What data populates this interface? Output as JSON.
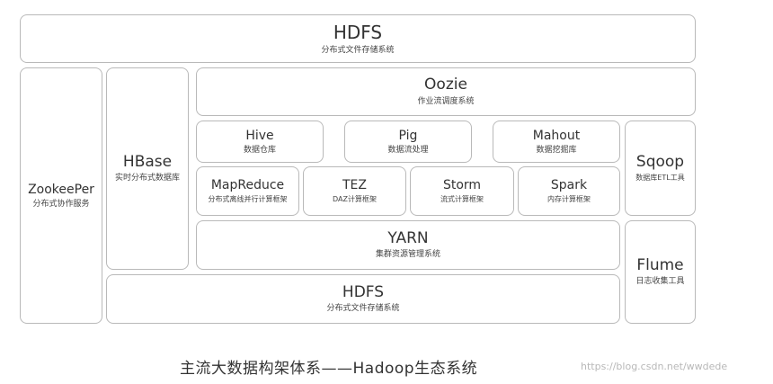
{
  "diagram": {
    "hdfs_top": {
      "title": "HDFS",
      "subtitle": "分布式文件存储系统"
    },
    "zookeeper": {
      "title": "ZookeePer",
      "subtitle": "分布式协作服务"
    },
    "hbase": {
      "title": "HBase",
      "subtitle": "实时分布式数据库"
    },
    "oozie": {
      "title": "Oozie",
      "subtitle": "作业流调度系统"
    },
    "hive": {
      "title": "Hive",
      "subtitle": "数据仓库"
    },
    "pig": {
      "title": "Pig",
      "subtitle": "数据流处理"
    },
    "mahout": {
      "title": "Mahout",
      "subtitle": "数据挖掘库"
    },
    "sqoop": {
      "title": "Sqoop",
      "subtitle": "数据库ETL工具"
    },
    "mapreduce": {
      "title": "MapReduce",
      "subtitle": "分布式离线并行计算框架"
    },
    "tez": {
      "title": "TEZ",
      "subtitle": "DAZ计算框架"
    },
    "storm": {
      "title": "Storm",
      "subtitle": "流式计算框架"
    },
    "spark": {
      "title": "Spark",
      "subtitle": "内存计算框架"
    },
    "yarn": {
      "title": "YARN",
      "subtitle": "集群资源管理系统"
    },
    "flume": {
      "title": "Flume",
      "subtitle": "日志收集工具"
    },
    "hdfs_bottom": {
      "title": "HDFS",
      "subtitle": "分布式文件存储系统"
    }
  },
  "caption": "主流大数据构架体系——Hadoop生态系统",
  "watermark": "https://blog.csdn.net/wwdede"
}
